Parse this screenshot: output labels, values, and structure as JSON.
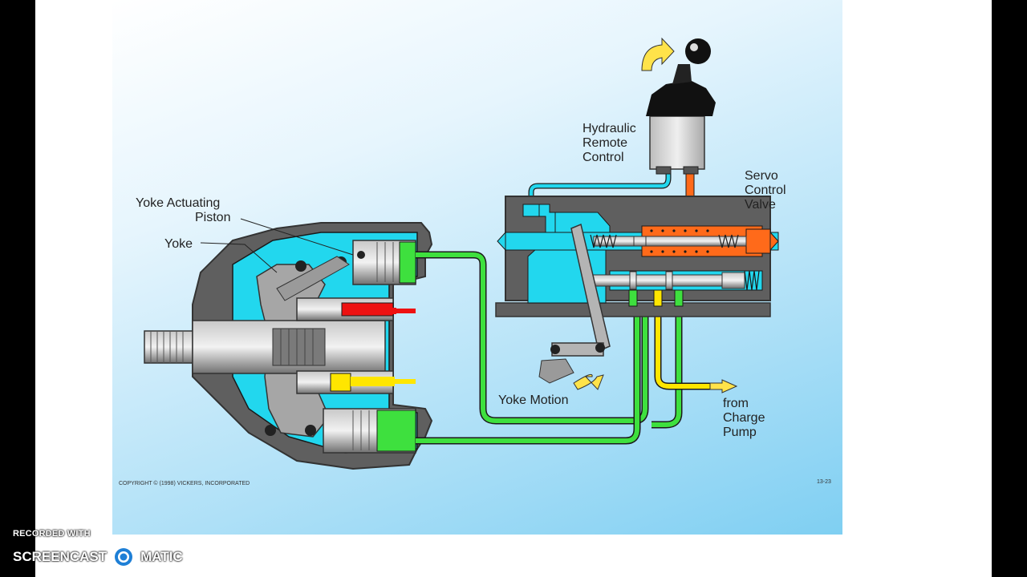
{
  "labels": {
    "yoke_actuating_1": "Yoke Actuating",
    "yoke_actuating_2": "Piston",
    "yoke": "Yoke",
    "hrc_1": "Hydraulic",
    "hrc_2": "Remote",
    "hrc_3": "Control",
    "servo_1": "Servo",
    "servo_2": "Control",
    "servo_3": "Valve",
    "yoke_motion": "Yoke Motion",
    "charge_1": "from",
    "charge_2": "Charge",
    "charge_3": "Pump"
  },
  "footer": {
    "copyright": "COPYRIGHT © (1998) VICKERS, INCORPORATED",
    "figure": "13-23"
  },
  "watermark": {
    "recorded": "RECORDED WITH",
    "word1": "SCREENCAST",
    "word2": "MATIC"
  },
  "colors": {
    "cavity": "#22d7ee",
    "housing": "#5a5a5a",
    "green": "#3ee03e",
    "yellow": "#ffe600",
    "red": "#ee1111",
    "orange": "#ff6a1a",
    "arrow": "#ffe34a"
  }
}
